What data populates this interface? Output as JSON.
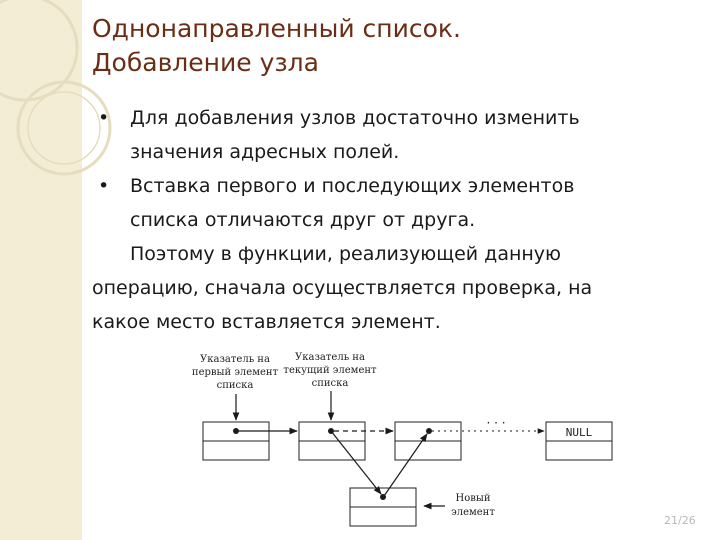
{
  "title": {
    "line1": "Однонаправленный список.",
    "line2": "Добавление узла"
  },
  "bullets": [
    {
      "bullet": "•",
      "line1": "Для добавления узлов достаточно изменить",
      "line2": "значения адресных полей."
    },
    {
      "bullet": "•",
      "line1": "Вставка первого и последующих элементов",
      "line2": "списка отличаются друг от друга."
    }
  ],
  "paragraph": {
    "line1": "Поэтому в функции, реализующей данную",
    "line2": "операцию, сначала осуществляется проверка,   на",
    "line3": "какое место вставляется элемент."
  },
  "diagram": {
    "label_first": [
      "Указатель на",
      "первый элемент",
      "списка"
    ],
    "label_current": [
      "Указатель на",
      "текущий элемент",
      "списка"
    ],
    "label_new": [
      "Новый",
      "элемент"
    ],
    "null_text": "NULL",
    "ellipsis": "· · ·"
  },
  "slide_number": "21/26",
  "colors": {
    "title": "#6a2e14",
    "side_panel": "#f3edd6",
    "ornament": "#e6dcc0"
  }
}
